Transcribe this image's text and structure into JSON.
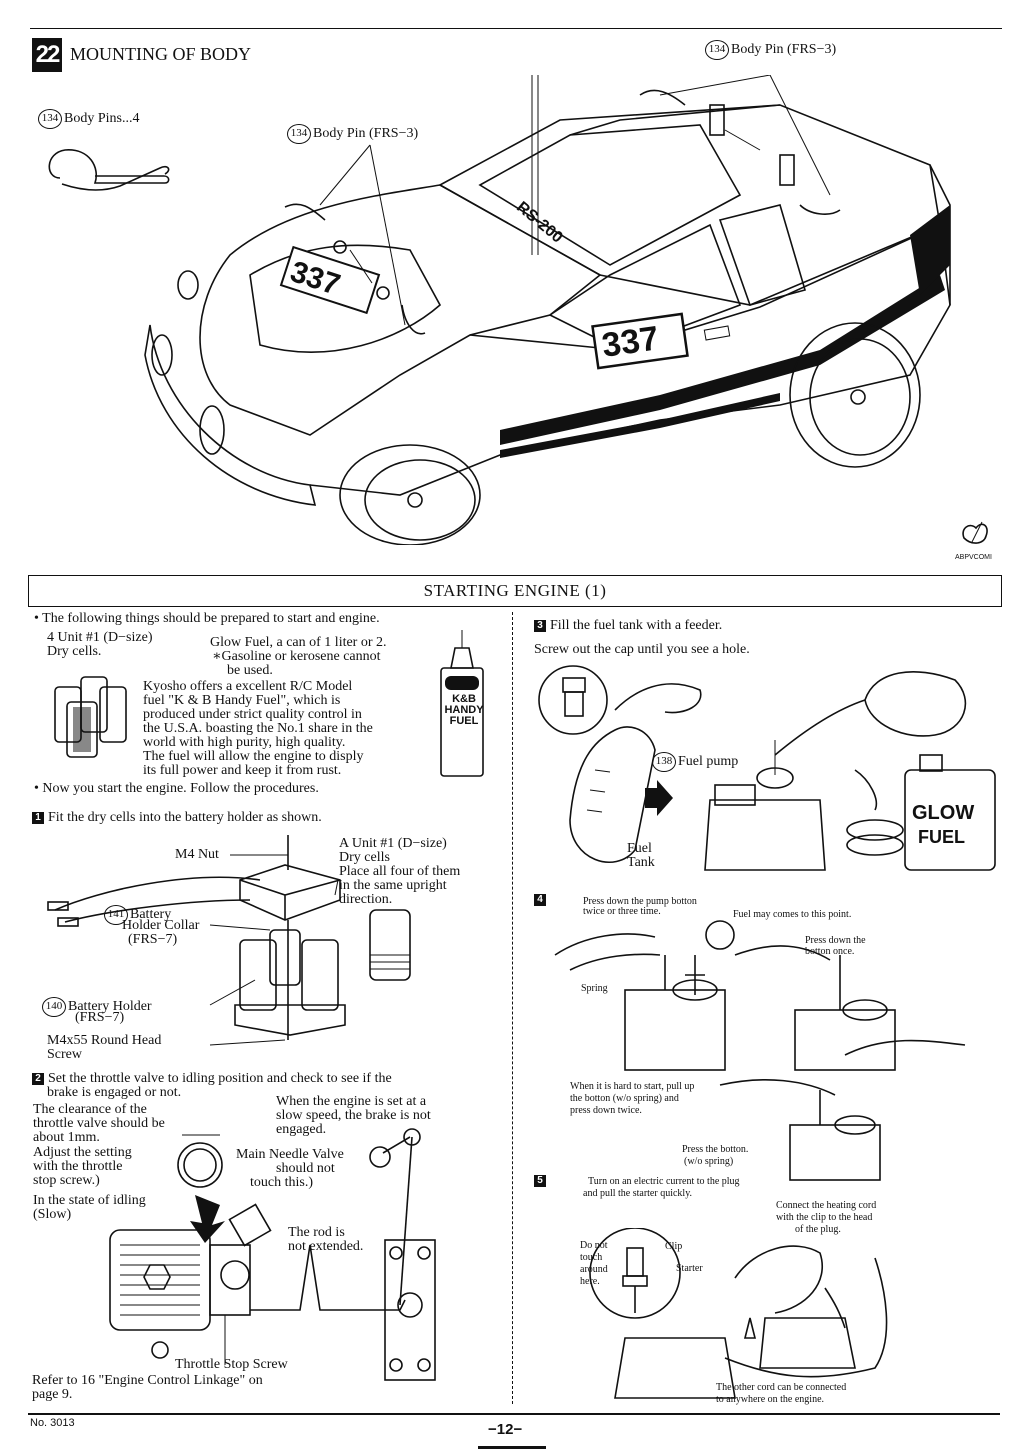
{
  "header": {
    "section_number": "22",
    "section_title": "MOUNTING OF BODY",
    "callout_top_right_num": "134",
    "callout_top_right_text": "Body Pin (FRS−3)",
    "callout_left_num": "134",
    "callout_left_text": "Body Pins...4",
    "callout_mid_num": "134",
    "callout_mid_text": "Body Pin (FRS−3)",
    "car_number_hood": "337",
    "car_number_door": "337",
    "car_model_text": "RS-200",
    "logo_text": "ABPVCOMI"
  },
  "starting": {
    "title": "STARTING ENGINE (1)",
    "bullet1": "The following things should be prepared to start and engine.",
    "cells_1": "4 Unit #1 (D−size)",
    "cells_2": "Dry cells.",
    "fuel_1": "Glow Fuel, a can of 1 liter or 2.",
    "fuel_2": "∗Gasoline or kerosene cannot",
    "fuel_3": "be used.",
    "kyosho_1": "Kyosho offers a excellent R/C Model",
    "kyosho_2": "fuel \"K & B Handy Fuel\", which is",
    "kyosho_3": "produced under strict quality control in",
    "kyosho_4": "the U.S.A. boasting the No.1 share in the",
    "kyosho_5": "world with high purity, high quality.",
    "kyosho_6": "The fuel will allow the engine to disply",
    "kyosho_7": "its full power and keep it from rust.",
    "can_label_1": "K&B",
    "can_label_2": "HANDY",
    "can_label_3": "FUEL",
    "bullet2": "Now you start the engine. Follow the procedures.",
    "step1_num": "1",
    "step1_text": "Fit the dry cells into the battery holder as shown.",
    "m4_nut": "M4 Nut",
    "a_unit_1": "A Unit #1 (D−size)",
    "a_unit_2": "Dry cells",
    "a_unit_3": "Place all four of them",
    "a_unit_4": "in the same upright",
    "a_unit_5": "direction.",
    "collar_num": "141",
    "collar_1": "Battery",
    "collar_2": "Holder Collar",
    "collar_3": "(FRS−7)",
    "holder_num": "140",
    "holder_1": "Battery Holder",
    "holder_2": "(FRS−7)",
    "screw_1": "M4x55 Round Head",
    "screw_2": "Screw",
    "step2_num": "2",
    "step2_1": "Set the throttle valve to idling position and check to see if the",
    "step2_2": "brake is engaged or not.",
    "clear_1": "The clearance of the",
    "clear_2": "throttle valve should be",
    "clear_3": "about 1mm.",
    "brake_1": "When the engine is set at a",
    "brake_2": "slow speed, the brake is not",
    "brake_3": "engaged.",
    "adjust_1": "Adjust the setting",
    "adjust_2": "with the throttle",
    "adjust_3": "stop screw.)",
    "needle_1": "Main Needle Valve",
    "needle_2": "should not",
    "needle_3": "touch this.)",
    "idling_1": "In the state of idling",
    "idling_2": "(Slow)",
    "rod_1": "The rod is",
    "rod_2": "not extended.",
    "throttle_stop": "Throttle Stop Screw",
    "refer_1": "Refer to 16 \"Engine Control Linkage\" on",
    "refer_2": "page 9.",
    "step3_num": "3",
    "step3_text": "Fill the fuel tank with a feeder.",
    "step3_sub": "Screw out the cap until you see a hole.",
    "pump_num": "138",
    "pump_text": "Fuel pump",
    "fuel_tank_1": "Fuel",
    "fuel_tank_2": "Tank",
    "glow_1": "GLOW",
    "glow_2": "FUEL",
    "step4_num": "4",
    "s4_press_1": "Press down the pump botton",
    "s4_press_2": "twice or three time.",
    "s4_fuel_point": "Fuel may comes to this point.",
    "s4_press_once_1": "Press down the",
    "s4_press_once_2": "botton once.",
    "s4_spring": "Spring",
    "s4_hard_1": "When it is hard to start, pull up",
    "s4_hard_2": "the botton (w/o spring) and",
    "s4_hard_3": "press down twice.",
    "s4_press_b_1": "Press the botton.",
    "s4_press_b_2": "(w/o spring)",
    "step5_num": "5",
    "s5_1": "Turn on an electric current to the plug",
    "s5_2": "and pull the starter quickly.",
    "s5_conn_1": "Connect the heating cord",
    "s5_conn_2": "with the clip to the head",
    "s5_conn_3": "of the plug.",
    "s5_dont_1": "Do not",
    "s5_dont_2": "touch",
    "s5_dont_3": "around",
    "s5_dont_4": "here.",
    "s5_clip": "Clip",
    "s5_starter": "Starter",
    "s5_other_1": "The other cord can be connected",
    "s5_other_2": "to anywhere on the engine."
  },
  "footer": {
    "model_no": "No. 3013",
    "page": "−12−"
  }
}
